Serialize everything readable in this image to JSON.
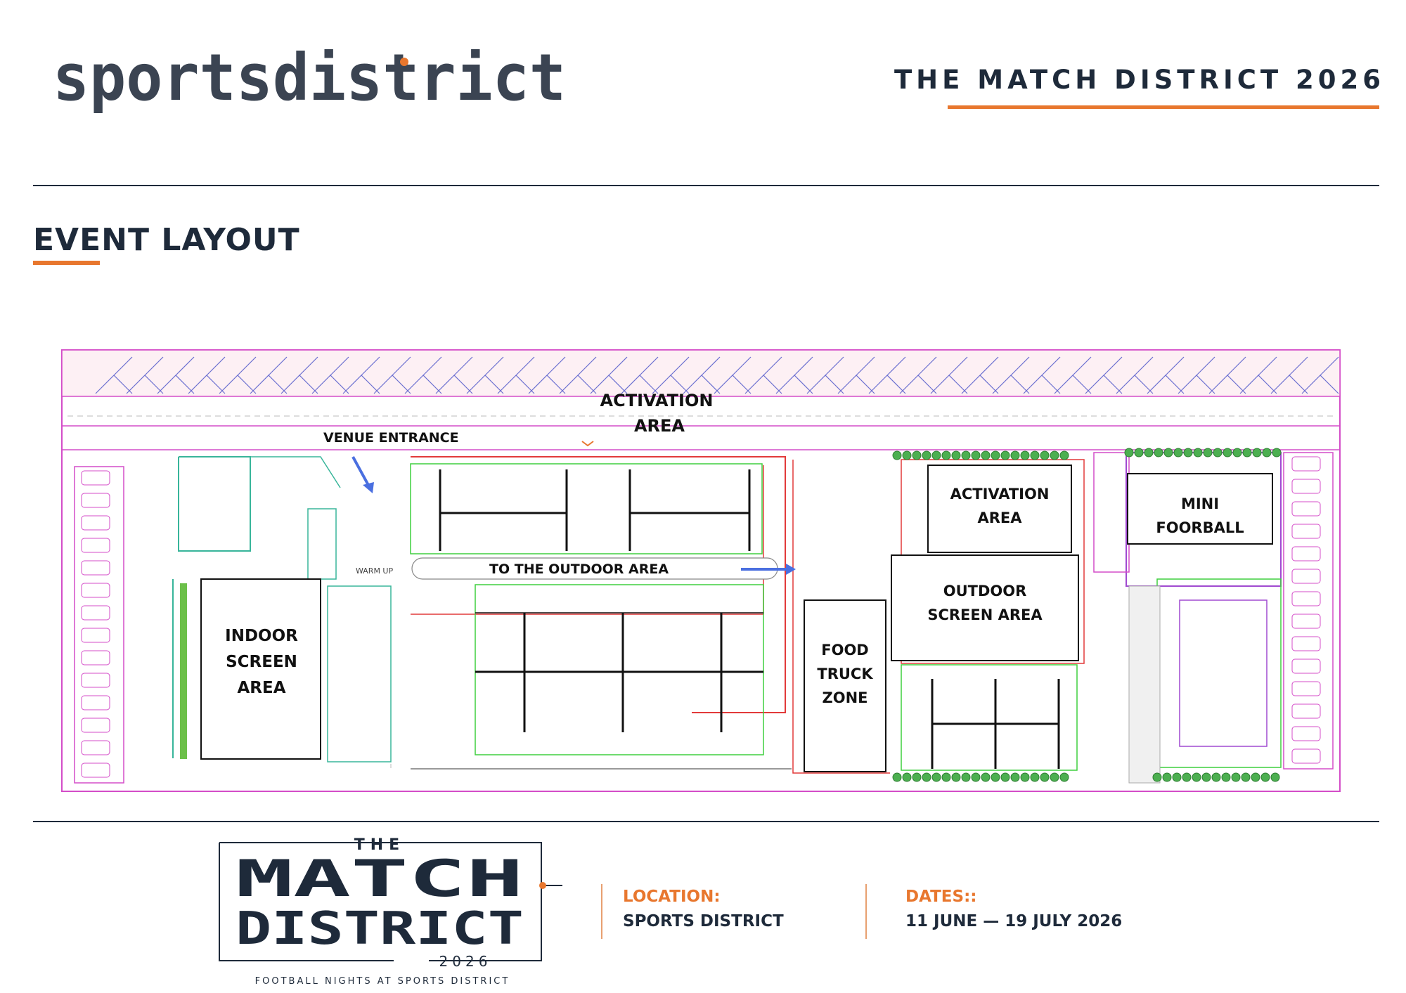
{
  "header": {
    "brand": "sportsdistrict",
    "event_title": "THE MATCH DISTRICT 2026"
  },
  "section": {
    "title": "EVENT LAYOUT"
  },
  "floor_plan": {
    "labels": {
      "activation_top_line1": "ACTIVATION",
      "activation_top_line2": "AREA",
      "venue_entrance": "VENUE ENTRANCE",
      "to_outdoor": "TO THE OUTDOOR AREA",
      "warm_up": "WARM UP",
      "indoor_line1": "INDOOR",
      "indoor_line2": "SCREEN",
      "indoor_line3": "AREA",
      "food_line1": "FOOD",
      "food_line2": "TRUCK",
      "food_line3": "ZONE",
      "activation_right_line1": "ACTIVATION",
      "activation_right_line2": "AREA",
      "outdoor_line1": "OUTDOOR",
      "outdoor_line2": "SCREEN AREA",
      "mini_line1": "MINI",
      "mini_line2": "FOORBALL"
    },
    "colors": {
      "boundary": "#d44dc8",
      "fence": "#e23a3a",
      "green": "#3fcf3f",
      "teal": "#38b59a",
      "black": "#111111",
      "arrow": "#4a6fe0",
      "trees": "#4caf50"
    }
  },
  "footer": {
    "logo": {
      "the": "THE",
      "match": "MATCH",
      "district": "DISTRICT",
      "year": "2026",
      "tagline": "FOOTBALL NIGHTS AT SPORTS DISTRICT"
    },
    "location_label": "LOCATION:",
    "location_value": "SPORTS DISTRICT",
    "dates_label": "DATES::",
    "dates_value": "11 JUNE — 19 JULY 2026"
  }
}
